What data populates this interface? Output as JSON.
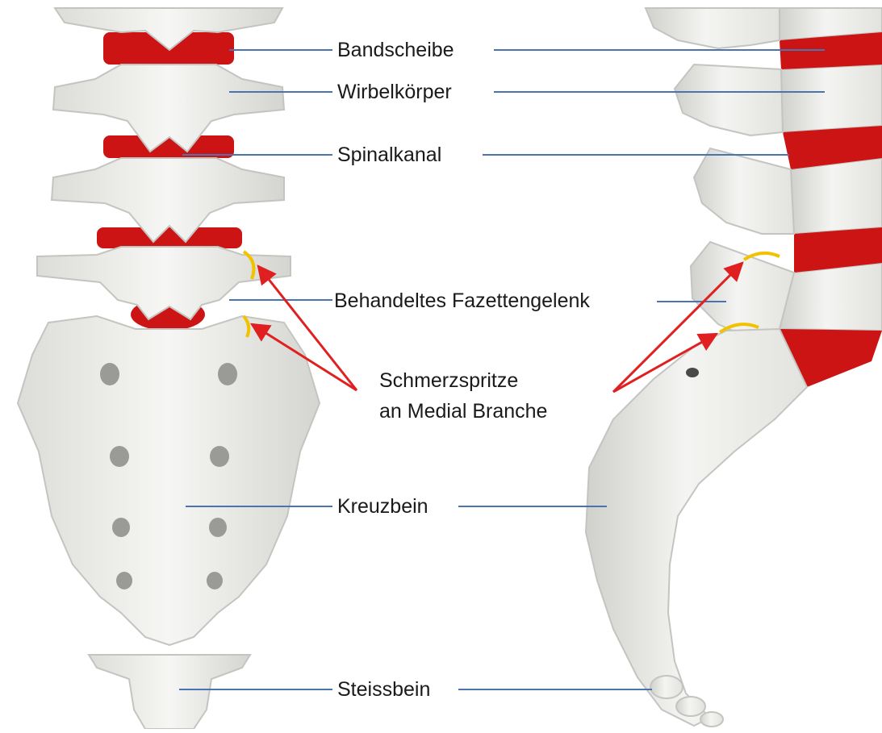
{
  "labels": {
    "bandscheibe": "Bandscheibe",
    "wirbelkoerper": "Wirbelkörper",
    "spinalkanal": "Spinalkanal",
    "facet": "Behandeltes Fazettengelenk",
    "injection_line1": "Schmerzspritze",
    "injection_line2": "an Medial Branche",
    "kreuzbein": "Kreuzbein",
    "steissbein": "Steissbein"
  },
  "colors": {
    "bone": "#eeeeec",
    "bone_shadow": "#c9c9c5",
    "disc": "#cc1414",
    "leader_line": "#4a74b0",
    "arrow": "#e02020",
    "facet_mark": "#f2c200"
  }
}
